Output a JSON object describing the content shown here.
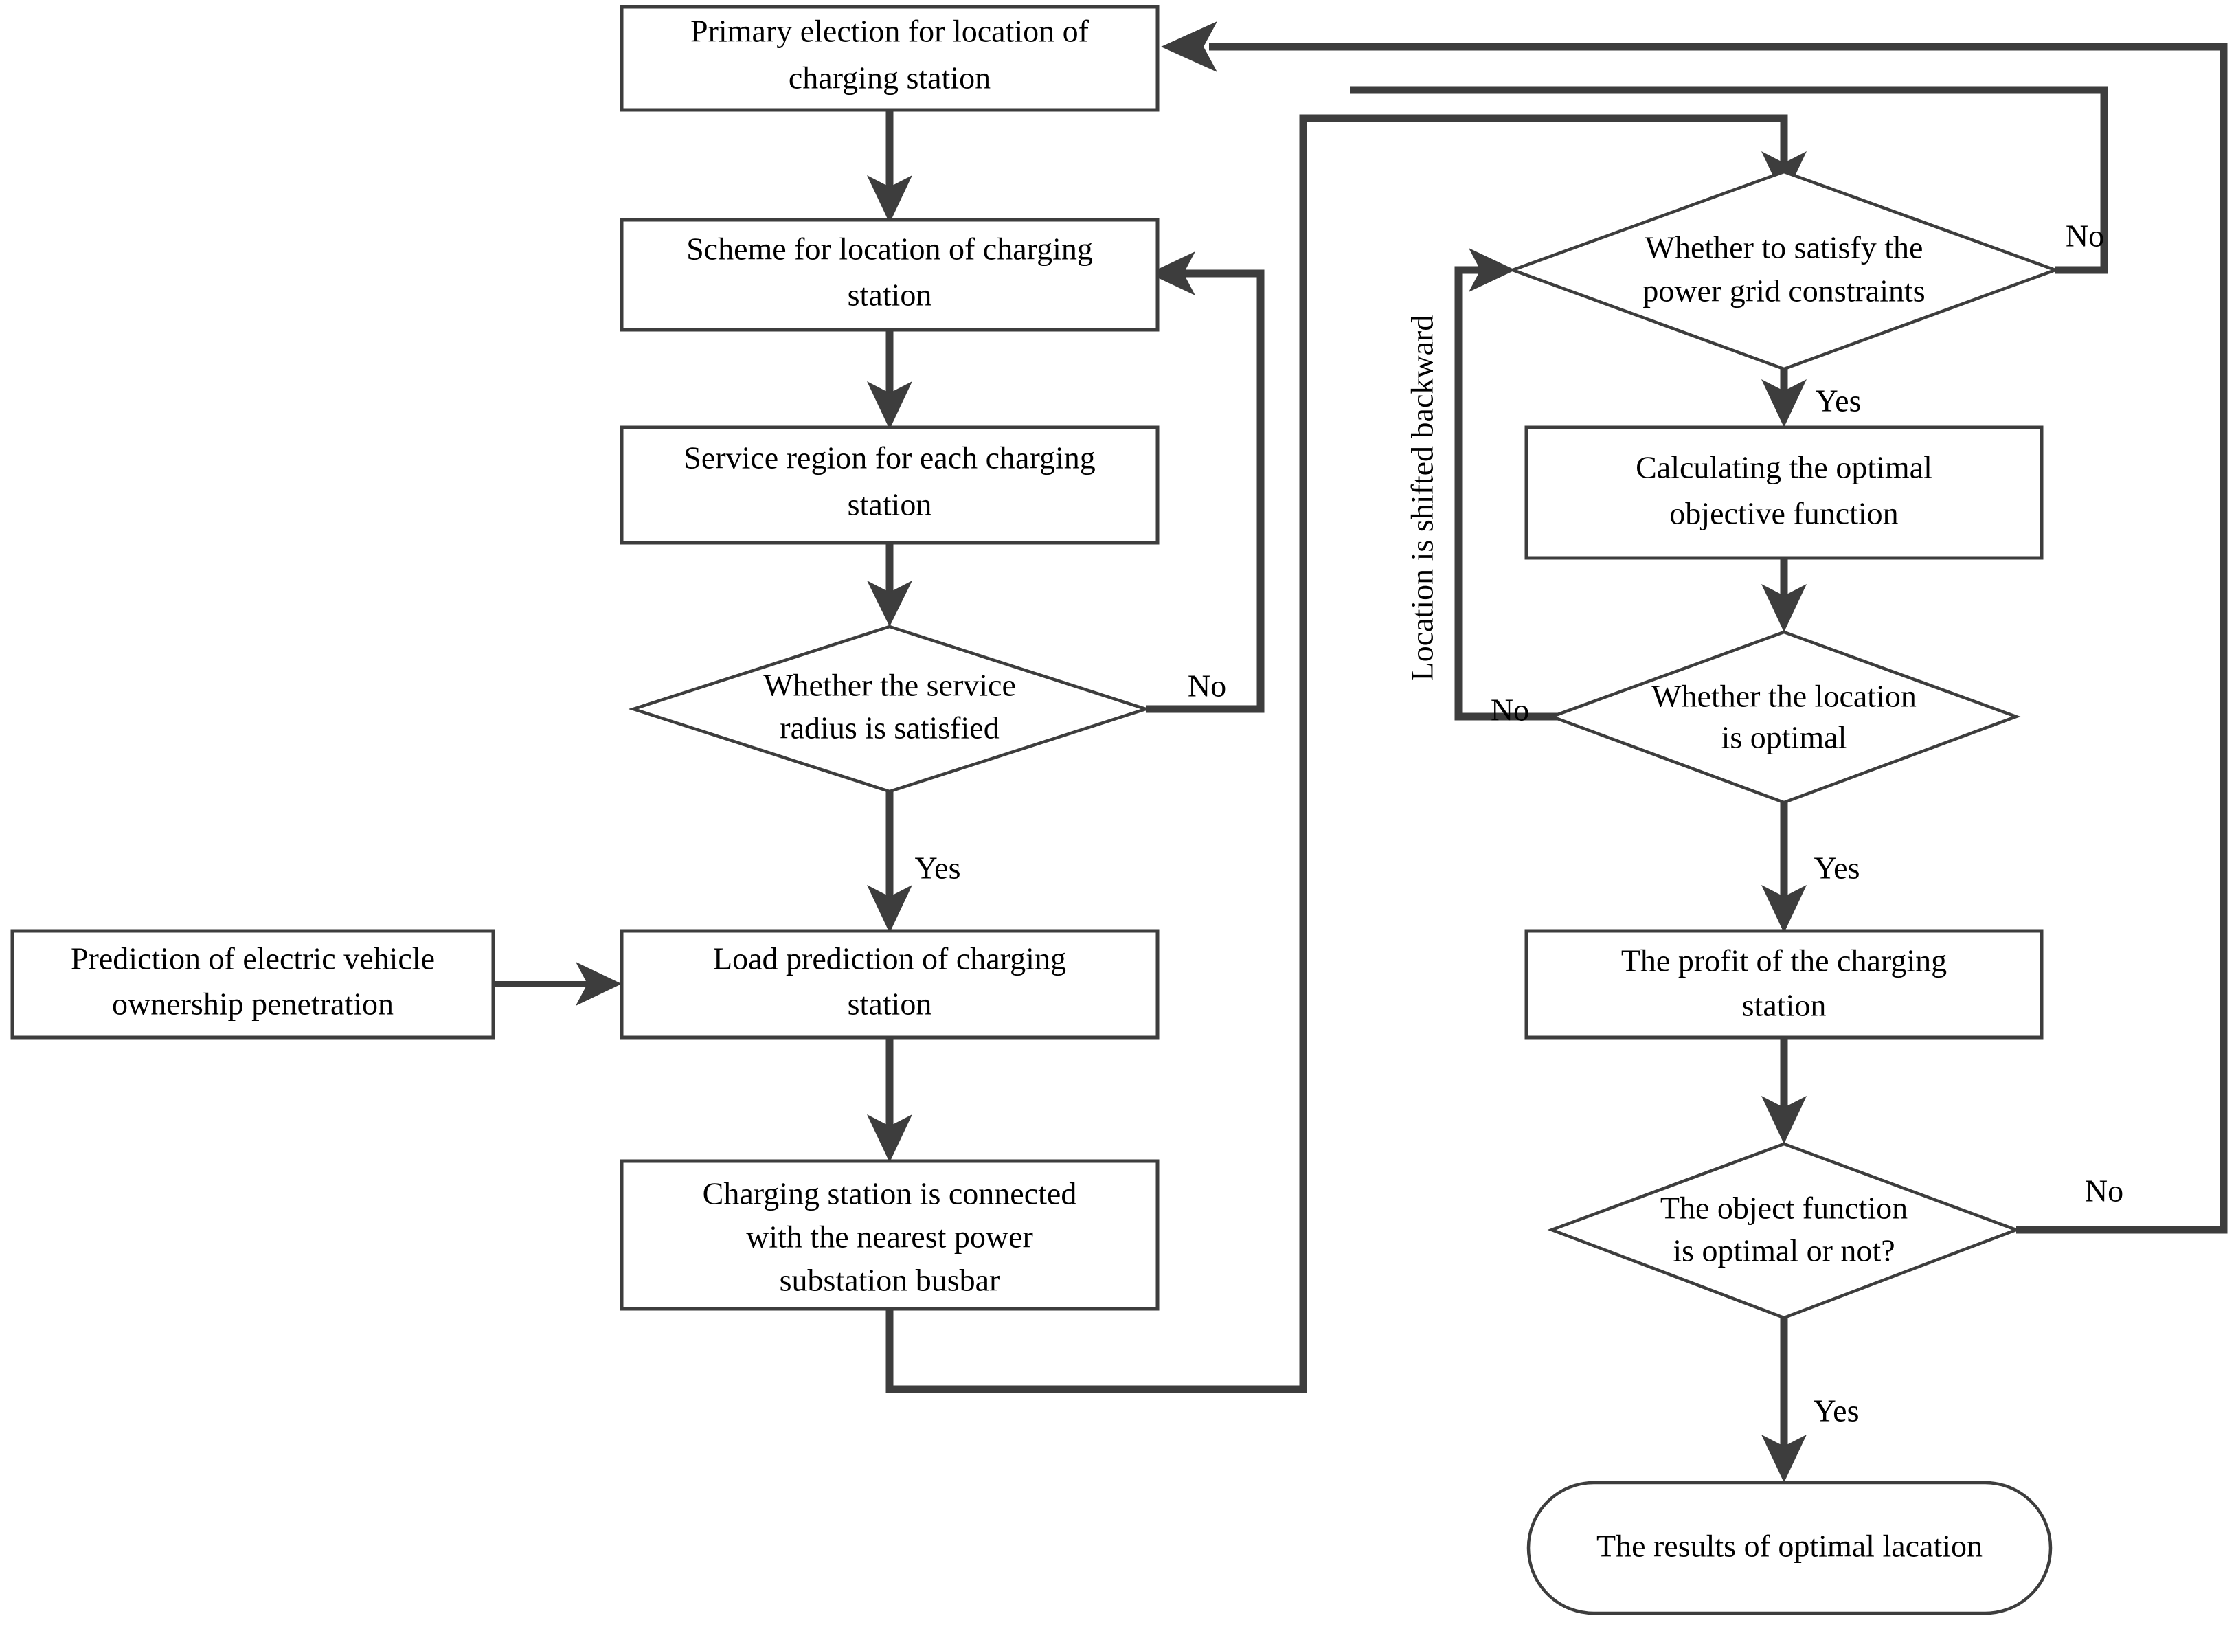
{
  "diagram": {
    "title": "Charging station siting optimization flowchart",
    "line_color": "#3d3d3d",
    "text_color": "#000000",
    "background": "#ffffff"
  },
  "nodes": {
    "primary_election": {
      "shape": "process",
      "line1": "Primary election for location of",
      "line2": "charging station"
    },
    "scheme_location": {
      "shape": "process",
      "line1": "Scheme for location of charging",
      "line2": "station"
    },
    "service_region": {
      "shape": "process",
      "line1": "Service region for each charging",
      "line2": "station"
    },
    "service_radius_decision": {
      "shape": "decision",
      "line1": "Whether the service",
      "line2": "radius is satisfied"
    },
    "ev_prediction": {
      "shape": "process",
      "line1": "Prediction of electric vehicle",
      "line2": "ownership penetration"
    },
    "load_prediction": {
      "shape": "process",
      "line1": "Load prediction of charging",
      "line2": "station"
    },
    "connected_busbar": {
      "shape": "process",
      "line1": "Charging station is connected",
      "line2": "with the nearest power",
      "line3": "substation busbar"
    },
    "grid_constraints_decision": {
      "shape": "decision",
      "line1": "Whether to satisfy the",
      "line2": "power grid constraints"
    },
    "calculating_objective": {
      "shape": "process",
      "line1": "Calculating the optimal",
      "line2": "objective function"
    },
    "location_optimal_decision": {
      "shape": "decision",
      "line1": "Whether the location",
      "line2": "is optimal"
    },
    "profit_station": {
      "shape": "process",
      "line1": "The profit of the charging",
      "line2": "station"
    },
    "object_function_decision": {
      "shape": "decision",
      "line1": "The object function",
      "line2": "is optimal or not?"
    },
    "optimal_results": {
      "shape": "terminator",
      "line1": "The results of optimal lacation"
    }
  },
  "edge_labels": {
    "service_radius_no": "No",
    "service_radius_yes": "Yes",
    "grid_constraints_no": "No",
    "grid_constraints_yes": "Yes",
    "location_optimal_no": "No",
    "location_optimal_yes": "Yes",
    "object_function_no": "No",
    "object_function_yes": "Yes"
  },
  "annotations": {
    "location_shifted": "Location is shifted backward"
  }
}
